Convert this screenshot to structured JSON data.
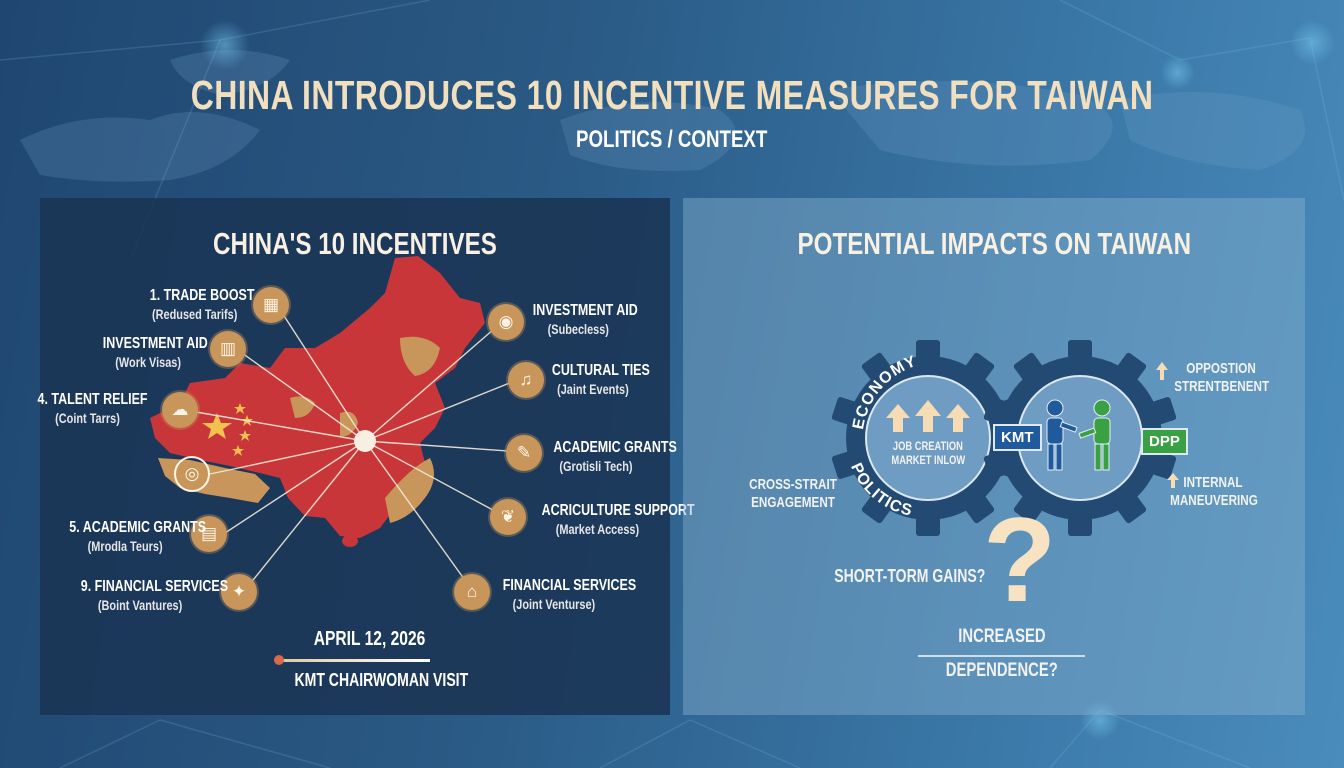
{
  "header": {
    "title": "CHINA INTRODUCES 10 INCENTIVE MEASURES FOR TAIWAN",
    "subtitle": "POLITICS / CONTEXT"
  },
  "left_panel": {
    "title": "CHINA'S 10 INCENTIVES",
    "incentives": [
      {
        "title": "1. TRADE BOOST",
        "subtitle": "(Redused Tarifs)",
        "icon": "trade-icon"
      },
      {
        "title": "INVESTMENT AID",
        "subtitle": "(Work Visas)",
        "icon": "investment-icon"
      },
      {
        "title": "4. TALENT RELIEF",
        "subtitle": "(Coint Tarrs)",
        "icon": "talent-icon"
      },
      {
        "title": "",
        "subtitle": "",
        "icon": "globe-icon"
      },
      {
        "title": "5. ACADEMIC GRANTS",
        "subtitle": "(Mrodla Teurs)",
        "icon": "academic-icon"
      },
      {
        "title": "9. FINANCIAL SERVICES",
        "subtitle": "(Boint Vantures)",
        "icon": "finance-icon"
      },
      {
        "title": "INVESTMENT AID",
        "subtitle": "(Subecless)",
        "icon": "investment-aid-icon"
      },
      {
        "title": "CULTURAL TIES",
        "subtitle": "(Jaint Events)",
        "icon": "culture-icon"
      },
      {
        "title": "ACADEMIC GRANTS",
        "subtitle": "(Grotisli Tech)",
        "icon": "grants-icon"
      },
      {
        "title": "ACRICULTURE SUPPORT",
        "subtitle": "(Market Access)",
        "icon": "agriculture-icon"
      },
      {
        "title": "FINANCIAL SERVICES",
        "subtitle": "(Joint Venturse)",
        "icon": "house-icon"
      }
    ],
    "timeline": {
      "date": "APRIL 12, 2026",
      "event": "KMT CHAIRWOMAN VISIT"
    },
    "colors": {
      "china_red": "#c8363a",
      "gold": "#c8955a",
      "panel_bg": "#1a3454"
    }
  },
  "right_panel": {
    "title": "POTENTIAL IMPACTS ON TAIWAN",
    "gear_left": {
      "top_label": "ECONOMY",
      "bottom_label": "POLITICS",
      "center_line1": "JOB CREATION",
      "center_line2": "MARKET INLOW"
    },
    "gear_right": {
      "left_badge": "KMT",
      "right_badge": "DPP"
    },
    "cross_strait": "CROSS-STRAIT ENGAGEMENT",
    "opposition": "OPPOSTION STRENTBENENT",
    "internal": "INTERNAL MANEUVERING",
    "short_term": "SHORT-TORM GAINS?",
    "question": "?",
    "increased": "INCREASED",
    "dependence": "DEPENDENCE?",
    "colors": {
      "gear": "#234a72",
      "kmt": "#1f5a9c",
      "dpp": "#3aa044",
      "accent": "#f7e3c2"
    }
  }
}
